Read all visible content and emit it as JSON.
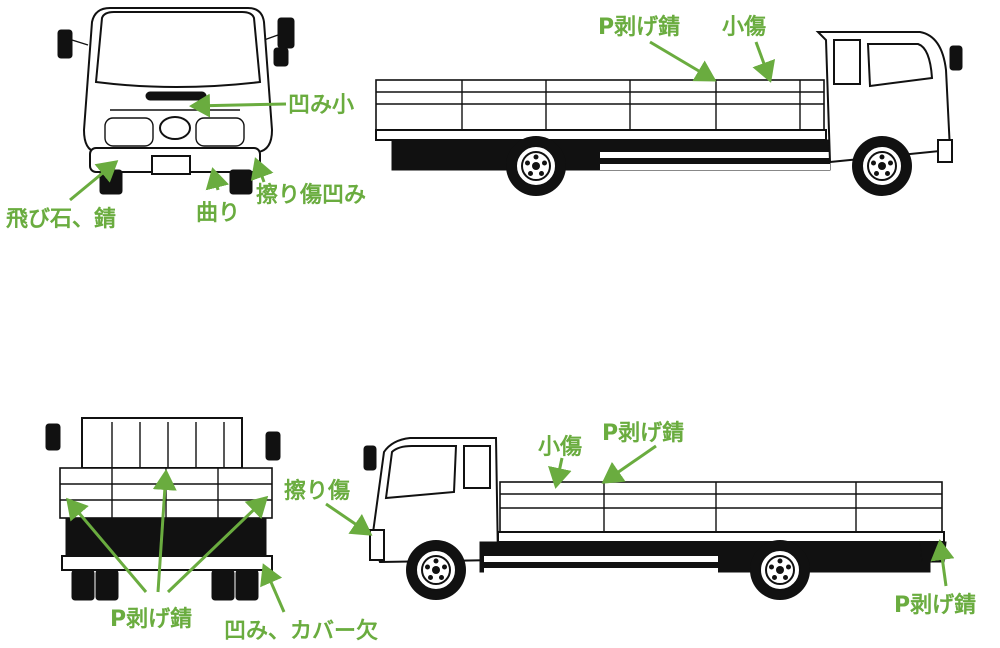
{
  "accent_color": "#6aac3f",
  "labels": {
    "front_dent_small": "凹み小",
    "front_chip_rust": "飛び石、錆",
    "front_bent": "曲り",
    "front_scrape_dent": "擦り傷凹み",
    "right_peel_rust": "P剥げ錆",
    "right_small_scratch": "小傷",
    "rear_peel_rust": "P剥げ錆",
    "rear_dent_cover": "凹み、カバー欠",
    "left_scrape": "擦り傷",
    "left_small_scratch": "小傷",
    "left_peel_rust_top": "P剥げ錆",
    "left_peel_rust_tail": "P剥げ錆"
  }
}
